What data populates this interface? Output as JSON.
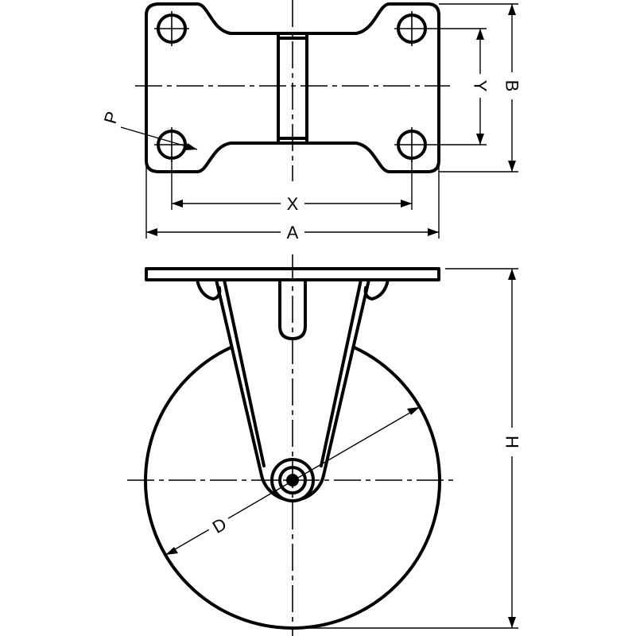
{
  "labels": {
    "X": "X",
    "A": "A",
    "Y": "Y",
    "B": "B",
    "P": "P",
    "H": "H",
    "D": "D"
  },
  "colors": {
    "line": "#000000",
    "background": "#ffffff"
  }
}
